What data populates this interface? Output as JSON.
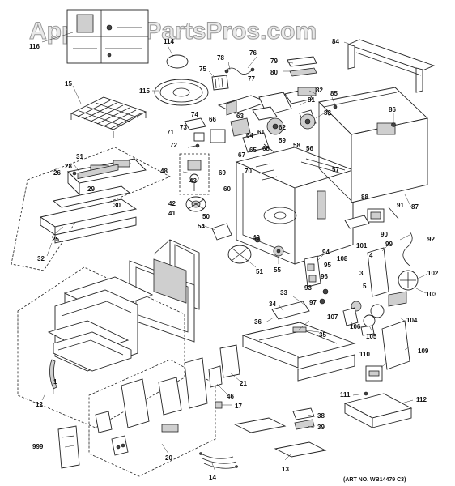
{
  "watermark": "AppliancePartsPros.com",
  "art_number": "(ART NO. WB14479 C3)",
  "part_labels": [
    "116",
    "114",
    "78",
    "76",
    "79",
    "80",
    "84",
    "75",
    "77",
    "15",
    "115",
    "81",
    "82",
    "83",
    "85",
    "86",
    "74",
    "73",
    "63",
    "62",
    "66",
    "64",
    "65",
    "71",
    "72",
    "61",
    "67",
    "68",
    "58",
    "56",
    "59",
    "60",
    "70",
    "69",
    "48",
    "43",
    "31",
    "28",
    "26",
    "29",
    "30",
    "42",
    "41",
    "50",
    "57",
    "87",
    "88",
    "91",
    "90",
    "92",
    "32",
    "25",
    "54",
    "49",
    "55",
    "94",
    "95",
    "101",
    "99",
    "102",
    "96",
    "108",
    "51",
    "4",
    "5",
    "3",
    "103",
    "93",
    "97",
    "107",
    "106",
    "104",
    "33",
    "34",
    "36",
    "35",
    "105",
    "110",
    "109",
    "12",
    "1",
    "21",
    "46",
    "17",
    "111",
    "112",
    "38",
    "39",
    "999",
    "20",
    "14",
    "13"
  ]
}
